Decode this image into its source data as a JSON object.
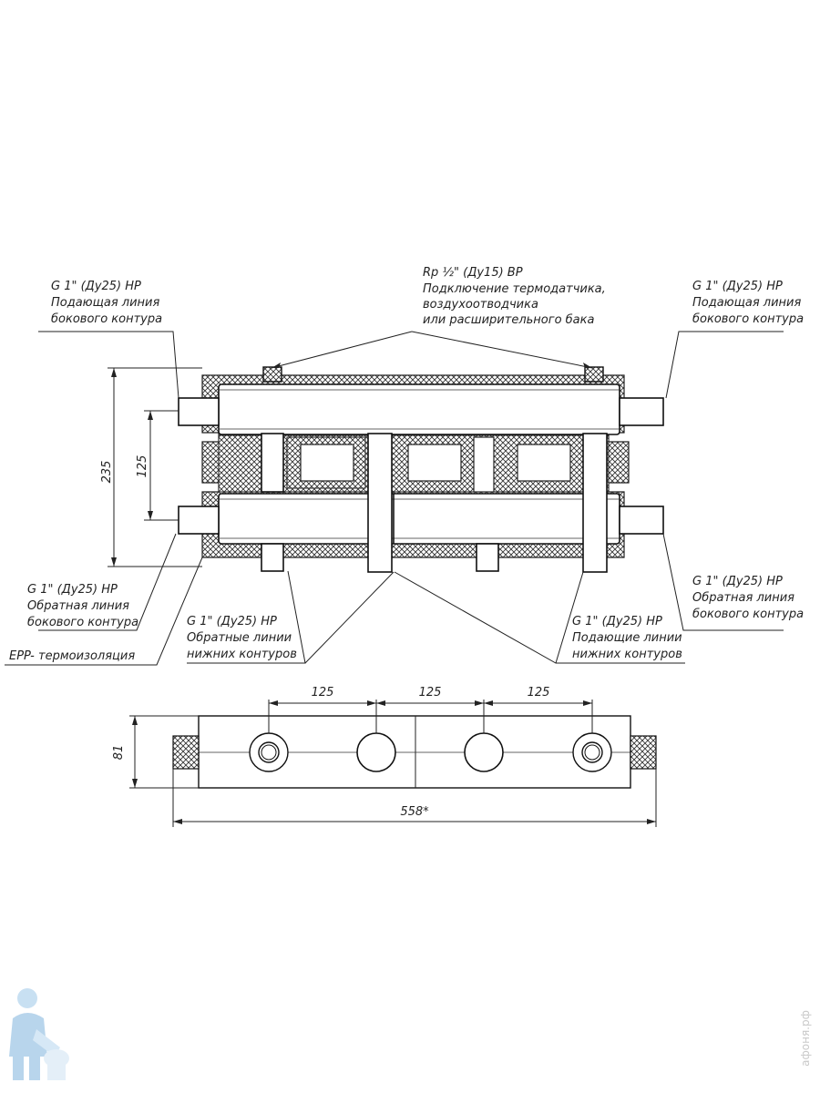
{
  "labels": {
    "top_center": {
      "line1": "Rp ½\" (Ду15) ВР",
      "line2": "Подключение термодатчика,",
      "line3": "воздухоотводчика",
      "line4": "или расширительного бака"
    },
    "top_left": {
      "line1": "G 1\" (Ду25) НР",
      "line2": "Подающая линия",
      "line3": "бокового контура"
    },
    "top_right": {
      "line1": "G 1\" (Ду25) НР",
      "line2": "Подающая линия",
      "line3": "бокового контура"
    },
    "bottom_left": {
      "line1": "G 1\" (Ду25) НР",
      "line2": "Обратная линия",
      "line3": "бокового контура"
    },
    "bottom_right": {
      "line1": "G 1\" (Ду25) НР",
      "line2": "Обратная линия",
      "line3": "бокового контура"
    },
    "insulation": "EPP- термоизоляция",
    "return_lower": {
      "line1": "G 1\" (Ду25) НР",
      "line2": "Обратные линии",
      "line3": "нижних контуров"
    },
    "supply_lower": {
      "line1": "G 1\" (Ду25) НР",
      "line2": "Подающие линии",
      "line3": "нижних контуров"
    }
  },
  "dimensions": {
    "height_total": "235",
    "height_pipes": "125",
    "spacing_1": "125",
    "spacing_2": "125",
    "spacing_3": "125",
    "depth": "81",
    "length": "558*"
  },
  "watermark": "афоня.рф",
  "logo": "plumber-mascot"
}
